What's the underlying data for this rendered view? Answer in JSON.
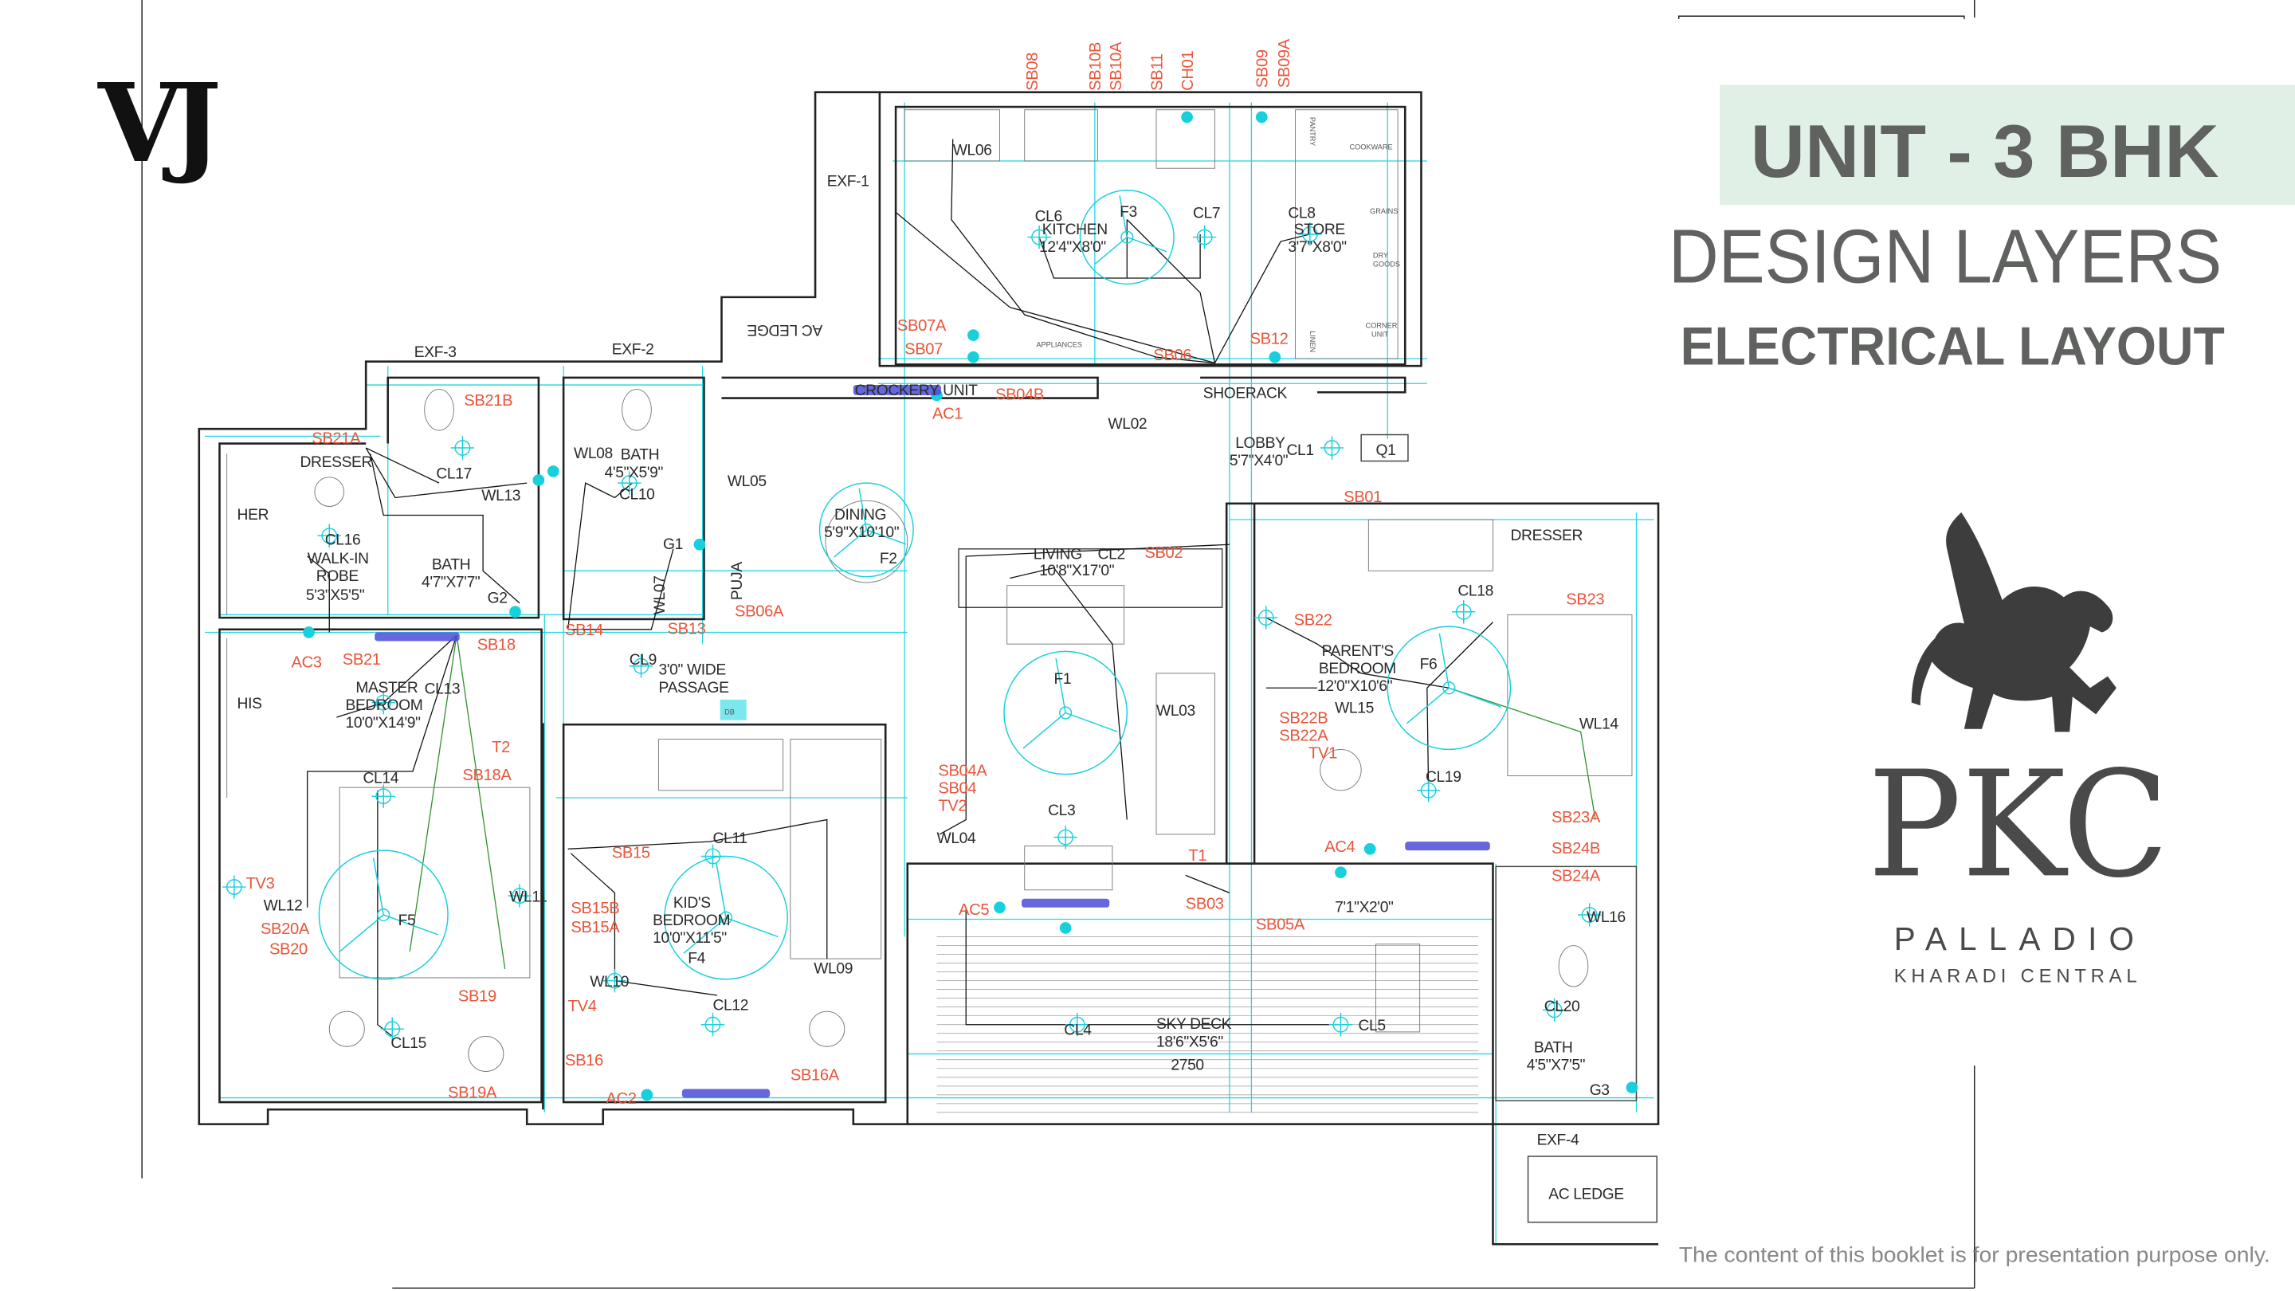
{
  "brand_left": {
    "logo_text": "VJ"
  },
  "header": {
    "unit": "UNIT - 3 BHK",
    "title": "DESIGN LAYERS",
    "subtitle": "ELECTRICAL LAYOUT",
    "accent_bg": "#e0f0e6",
    "text_color": "#5f625f"
  },
  "brand_right": {
    "logo_text": "PKC",
    "name": "PALLADIO",
    "location": "KHARADI CENTRAL",
    "icon": "pegasus-icon"
  },
  "footer": {
    "disclaimer": "The content of this booklet is for presentation purpose only."
  },
  "plan": {
    "circuit_color": "#e8553a",
    "fixture_color": "#18d0dc",
    "circuit_labels": [
      "SB08",
      "SB10B",
      "SB10A",
      "SB11",
      "CH01",
      "SB09",
      "SB09A",
      "SB07A",
      "SB07",
      "SB06",
      "SB12",
      "SB04B",
      "AC1",
      "SB21B",
      "SB21A",
      "SB18",
      "SB21",
      "AC3",
      "SB14",
      "SB13",
      "SB06A",
      "SB18A",
      "SB02",
      "SB01",
      "SB22",
      "SB22B",
      "SB22A",
      "TV1",
      "SB23",
      "SB04A",
      "SB04",
      "TV2",
      "AC4",
      "SB23A",
      "SB24B",
      "SB24A",
      "SB15",
      "SB15B",
      "SB15A",
      "TV3",
      "SB20A",
      "SB20",
      "SB19",
      "TV4",
      "SB16",
      "SB19A",
      "AC2",
      "SB16A",
      "AC5",
      "SB03",
      "SB05A",
      "T1",
      "T2"
    ],
    "labels": [
      "EXF-1",
      "WL06",
      "CL6",
      "KITCHEN",
      "12'4\"X8'0\"",
      "F3",
      "CL7",
      "CL8",
      "STORE",
      "3'7\"X8'0\"",
      "SHOERACK",
      "WL02",
      "LOBBY",
      "5'7\"X4'0\"",
      "CL1",
      "EXF-3",
      "EXF-2",
      "DRESSER",
      "WL08",
      "BATH",
      "4'5\"X5'9\"",
      "CL17",
      "WL13",
      "CL10",
      "WL05",
      "DINING",
      "5'9\"X10'10\"",
      "F2",
      "HER",
      "WALK-IN",
      "CL16",
      "ROBE",
      "5'3\"X5'5\"",
      "BATH",
      "4'7\"X7'7\"",
      "G1",
      "G2",
      "PUJA",
      "WL07",
      "LIVING",
      "CL2",
      "10'8\"X17'0\"",
      "CL9",
      "3'0\" WIDE",
      "PASSAGE",
      "HIS",
      "MASTER",
      "BEDROOM",
      "10'0\"X14'9\"",
      "CL13",
      "F1",
      "WL03",
      "DRESSER",
      "CL18",
      "PARENT'S",
      "BEDROOM",
      "12'0\"X10'6\"",
      "WL15",
      "F6",
      "WL14",
      "CL19",
      "CL14",
      "CL3",
      "WL04",
      "CL11",
      "KID'S",
      "BEDROOM",
      "10'0\"X11'5\"",
      "F4",
      "WL12",
      "F5",
      "WL11",
      "7'1\"X2'0\"",
      "WL09",
      "WL16",
      "WL10",
      "CL12",
      "CL20",
      "CL15",
      "CL4",
      "SKY DECK",
      "18'6\"X5'6\"",
      "2750",
      "CL5",
      "BATH",
      "4'5\"X7'5\"",
      "G3",
      "EXF-4",
      "AC LEDGE",
      "AC LEDGE",
      "CROCKERY UNIT",
      "Q1"
    ],
    "furniture_labels": [
      "APPLIANCES",
      "COOKWARE",
      "GRAINS",
      "DRY",
      "GOODS",
      "CORNER",
      "UNIT",
      "PANTRY",
      "LINEN",
      "DB"
    ]
  }
}
